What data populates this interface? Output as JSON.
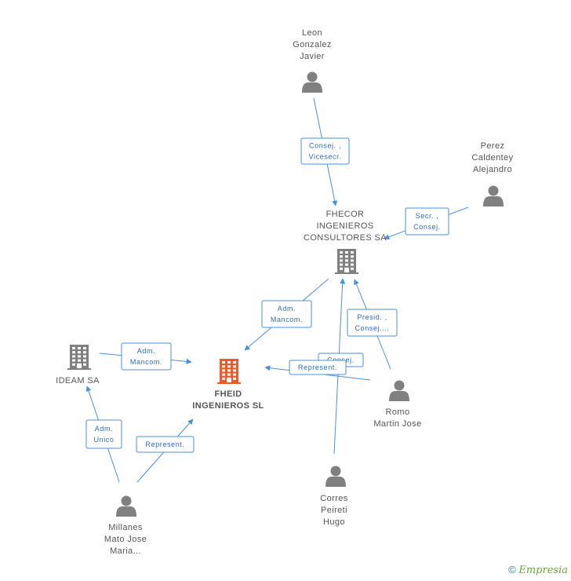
{
  "colors": {
    "edge": "#4a90d9",
    "person": "#808080",
    "company": "#808080",
    "focus": "#f05a28"
  },
  "nodes": [
    {
      "id": "leon",
      "type": "person",
      "lines": [
        "Leon",
        "Gonzalez",
        "Javier"
      ],
      "icon": "person-icon"
    },
    {
      "id": "perez",
      "type": "person",
      "lines": [
        "Perez",
        "Caldentey",
        "Alejandro"
      ],
      "icon": "person-icon"
    },
    {
      "id": "fhecor",
      "type": "company",
      "lines": [
        "FHECOR",
        "INGENIEROS",
        "CONSULTORES SA"
      ],
      "icon": "building-icon"
    },
    {
      "id": "ideam",
      "type": "company",
      "lines": [
        "IDEAM SA"
      ],
      "icon": "building-icon"
    },
    {
      "id": "fheid",
      "type": "focus",
      "lines": [
        "FHEID",
        "INGENIEROS SL"
      ],
      "icon": "building-icon"
    },
    {
      "id": "romo",
      "type": "person",
      "lines": [
        "Romo",
        "Martin Jose"
      ],
      "icon": "person-icon"
    },
    {
      "id": "corres",
      "type": "person",
      "lines": [
        "Corres",
        "Peireti",
        "Hugo"
      ],
      "icon": "person-icon"
    },
    {
      "id": "millanes",
      "type": "person",
      "lines": [
        "Millanes",
        "Mato Jose",
        "Maria..."
      ],
      "icon": "person-icon"
    }
  ],
  "edges": [
    {
      "id": "leon-fhecor",
      "from": "leon",
      "to": "fhecor",
      "label": [
        "Consej. ,",
        "Vicesecr."
      ]
    },
    {
      "id": "perez-fhecor",
      "from": "perez",
      "to": "fhecor",
      "label": [
        "Secr. ,",
        "Consej."
      ]
    },
    {
      "id": "fhecor-fheid",
      "from": "fhecor",
      "to": "fheid",
      "label": [
        "Adm.",
        "Mancom."
      ]
    },
    {
      "id": "ideam-fheid",
      "from": "ideam",
      "to": "fheid",
      "label": [
        "Adm.",
        "Mancom."
      ]
    },
    {
      "id": "romo-fhecor",
      "from": "romo",
      "to": "fhecor",
      "label": [
        "Presid. ,",
        "Consej...."
      ]
    },
    {
      "id": "corres-fhecor",
      "from": "corres",
      "to": "fhecor",
      "label": [
        "Consej."
      ]
    },
    {
      "id": "romo-fheid",
      "from": "romo",
      "to": "fheid",
      "label": [
        "Represent."
      ]
    },
    {
      "id": "millanes-ideam",
      "from": "millanes",
      "to": "ideam",
      "label": [
        "Adm.",
        "Unico"
      ]
    },
    {
      "id": "millanes-fheid",
      "from": "millanes",
      "to": "fheid",
      "label": [
        "Represent."
      ]
    }
  ],
  "footer": {
    "copyright_symbol": "©",
    "brand": "Empresia"
  }
}
